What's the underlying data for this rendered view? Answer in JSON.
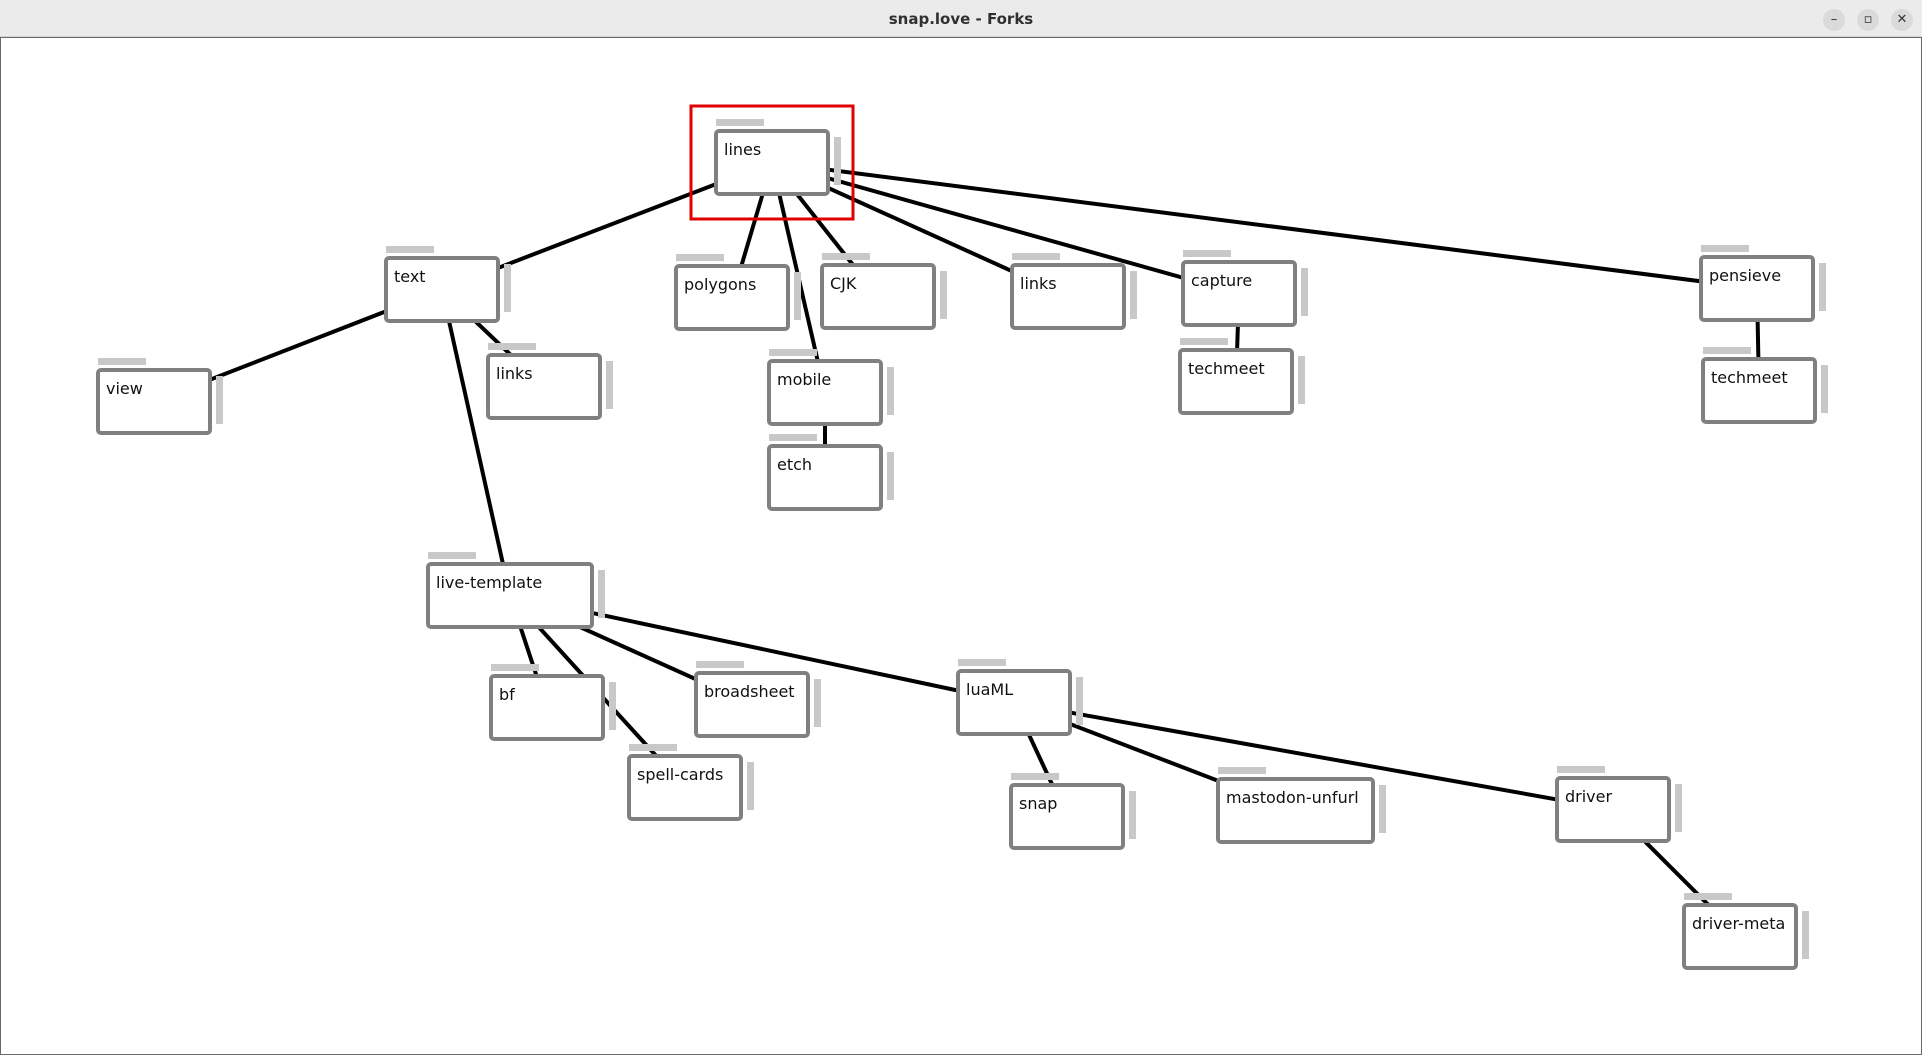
{
  "window": {
    "title": "snap.love - Forks",
    "controls": {
      "minimize": "–",
      "maximize": "▫",
      "close": "✕"
    }
  },
  "graph": {
    "selected_node": "lines",
    "colors": {
      "node_border": "#808080",
      "edge": "#000000",
      "handle": "#c8c8c8",
      "selection": "#e00000"
    },
    "nodes": [
      {
        "id": "lines",
        "label": "lines"
      },
      {
        "id": "text",
        "label": "text"
      },
      {
        "id": "polygons",
        "label": "polygons"
      },
      {
        "id": "cjk",
        "label": "CJK"
      },
      {
        "id": "links1",
        "label": "links"
      },
      {
        "id": "capture",
        "label": "capture"
      },
      {
        "id": "pensieve",
        "label": "pensieve"
      },
      {
        "id": "view",
        "label": "view"
      },
      {
        "id": "links2",
        "label": "links"
      },
      {
        "id": "mobile",
        "label": "mobile"
      },
      {
        "id": "etch",
        "label": "etch"
      },
      {
        "id": "techmeet1",
        "label": "techmeet"
      },
      {
        "id": "techmeet2",
        "label": "techmeet"
      },
      {
        "id": "livetemplate",
        "label": "live-template"
      },
      {
        "id": "bf",
        "label": "bf"
      },
      {
        "id": "broadsheet",
        "label": "broadsheet"
      },
      {
        "id": "spellcards",
        "label": "spell-cards"
      },
      {
        "id": "luaml",
        "label": "luaML"
      },
      {
        "id": "snap",
        "label": "snap"
      },
      {
        "id": "mastodon",
        "label": "mastodon-unfurl"
      },
      {
        "id": "driver",
        "label": "driver"
      },
      {
        "id": "drivermeta",
        "label": "driver-meta"
      }
    ],
    "edges": [
      [
        "lines",
        "text"
      ],
      [
        "lines",
        "polygons"
      ],
      [
        "lines",
        "cjk"
      ],
      [
        "lines",
        "mobile"
      ],
      [
        "lines",
        "links1"
      ],
      [
        "lines",
        "capture"
      ],
      [
        "lines",
        "pensieve"
      ],
      [
        "text",
        "view"
      ],
      [
        "text",
        "links2"
      ],
      [
        "text",
        "livetemplate"
      ],
      [
        "mobile",
        "etch"
      ],
      [
        "capture",
        "techmeet1"
      ],
      [
        "pensieve",
        "techmeet2"
      ],
      [
        "livetemplate",
        "bf"
      ],
      [
        "livetemplate",
        "spellcards"
      ],
      [
        "livetemplate",
        "broadsheet"
      ],
      [
        "livetemplate",
        "luaml"
      ],
      [
        "luaml",
        "snap"
      ],
      [
        "luaml",
        "mastodon"
      ],
      [
        "luaml",
        "driver"
      ],
      [
        "driver",
        "drivermeta"
      ]
    ]
  }
}
